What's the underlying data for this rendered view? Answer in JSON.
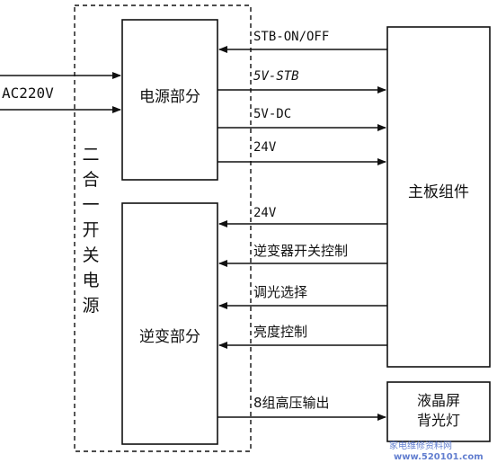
{
  "colors": {
    "ink": "#111111",
    "background": "#ffffff",
    "watermark": "#3b5fc4"
  },
  "input": {
    "label": "AC220V"
  },
  "enclosure": {
    "label_chars": [
      "二",
      "合",
      "一",
      "开",
      "关",
      "电",
      "源"
    ]
  },
  "blocks": {
    "power": "电源部分",
    "inverter": "逆变部分",
    "mainboard": "主板组件",
    "backlight_line1": "液晶屏",
    "backlight_line2": "背光灯"
  },
  "signals": {
    "stb_on_off": "STB-ON/OFF",
    "v5_stb": "5V-STB",
    "v5_dc": "5V-DC",
    "v24_out": "24V",
    "v24_in": "24V",
    "inverter_switch": "逆变器开关控制",
    "dimming_select": "调光选择",
    "brightness": "亮度控制",
    "hv_output": "8组高压输出"
  },
  "watermark": {
    "line1": "家电维修资料网",
    "line2": "www.520101.com"
  }
}
